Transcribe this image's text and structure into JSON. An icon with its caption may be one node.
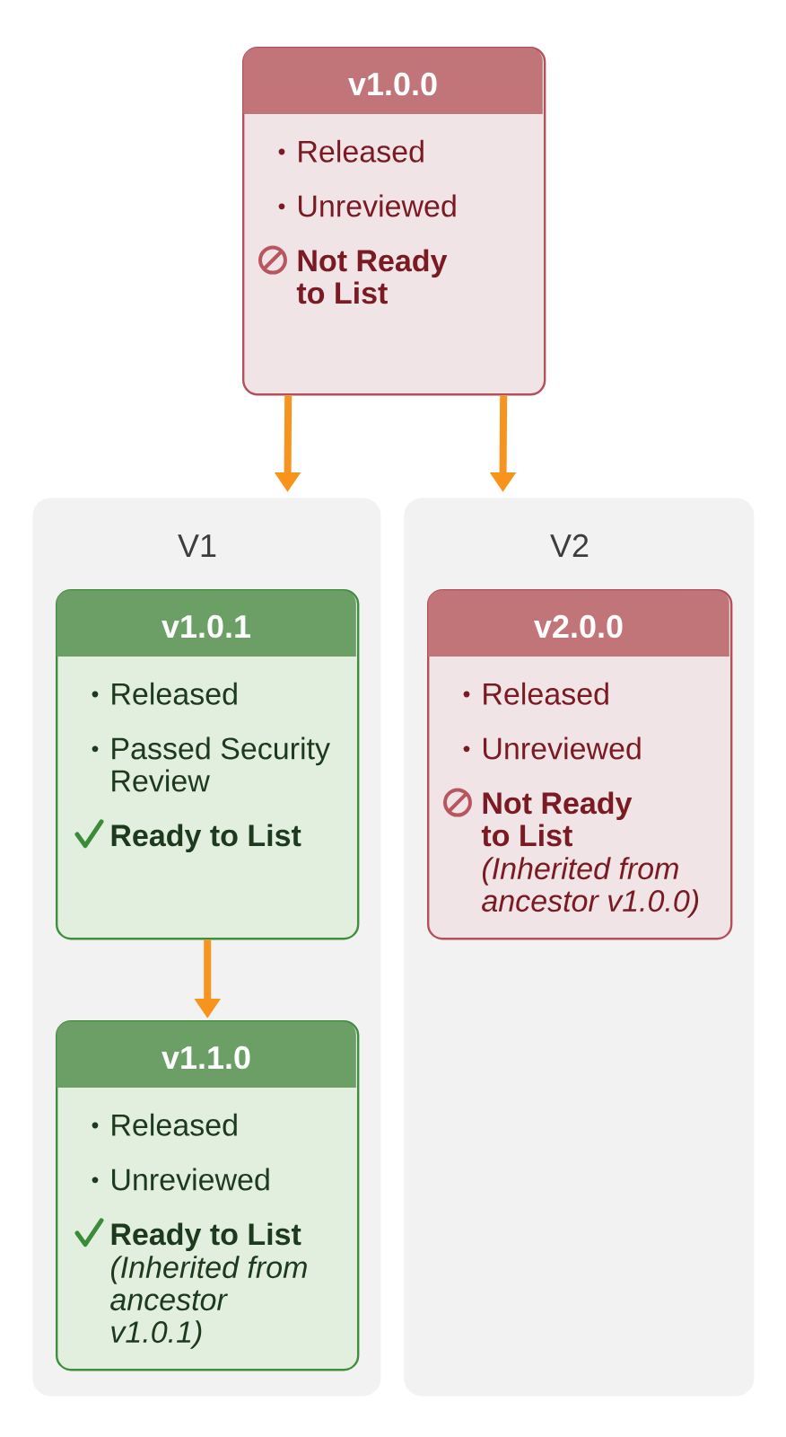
{
  "diagram": {
    "nodes": [
      {
        "text": [
          "v1.0.0",
          "Released",
          "Unreviewed",
          "Not Ready to List"
        ]
      },
      {
        "text": [
          "V1"
        ]
      },
      {
        "text": [
          "v1.0.1",
          "Released",
          "Passed Security Review",
          "Ready to List"
        ],
        "in": 1
      },
      {
        "text": [
          "v1.1.0",
          "Released",
          "Unreviewed",
          "Ready to List",
          "(Inherited from ancestor v1.0.1)"
        ],
        "in": 1
      },
      {
        "text": [
          "V2"
        ]
      },
      {
        "text": [
          "v2.0.0",
          "Released",
          "Unreviewed",
          "Not Ready to List",
          "(Inherited from ancestor v1.0.0)"
        ],
        "in": 4
      }
    ],
    "edges": [
      {
        "from": 0,
        "to": 1,
        "arrow": "to"
      },
      {
        "from": 0,
        "to": 4,
        "arrow": "to"
      },
      {
        "from": 2,
        "to": 3,
        "arrow": "to"
      }
    ]
  }
}
